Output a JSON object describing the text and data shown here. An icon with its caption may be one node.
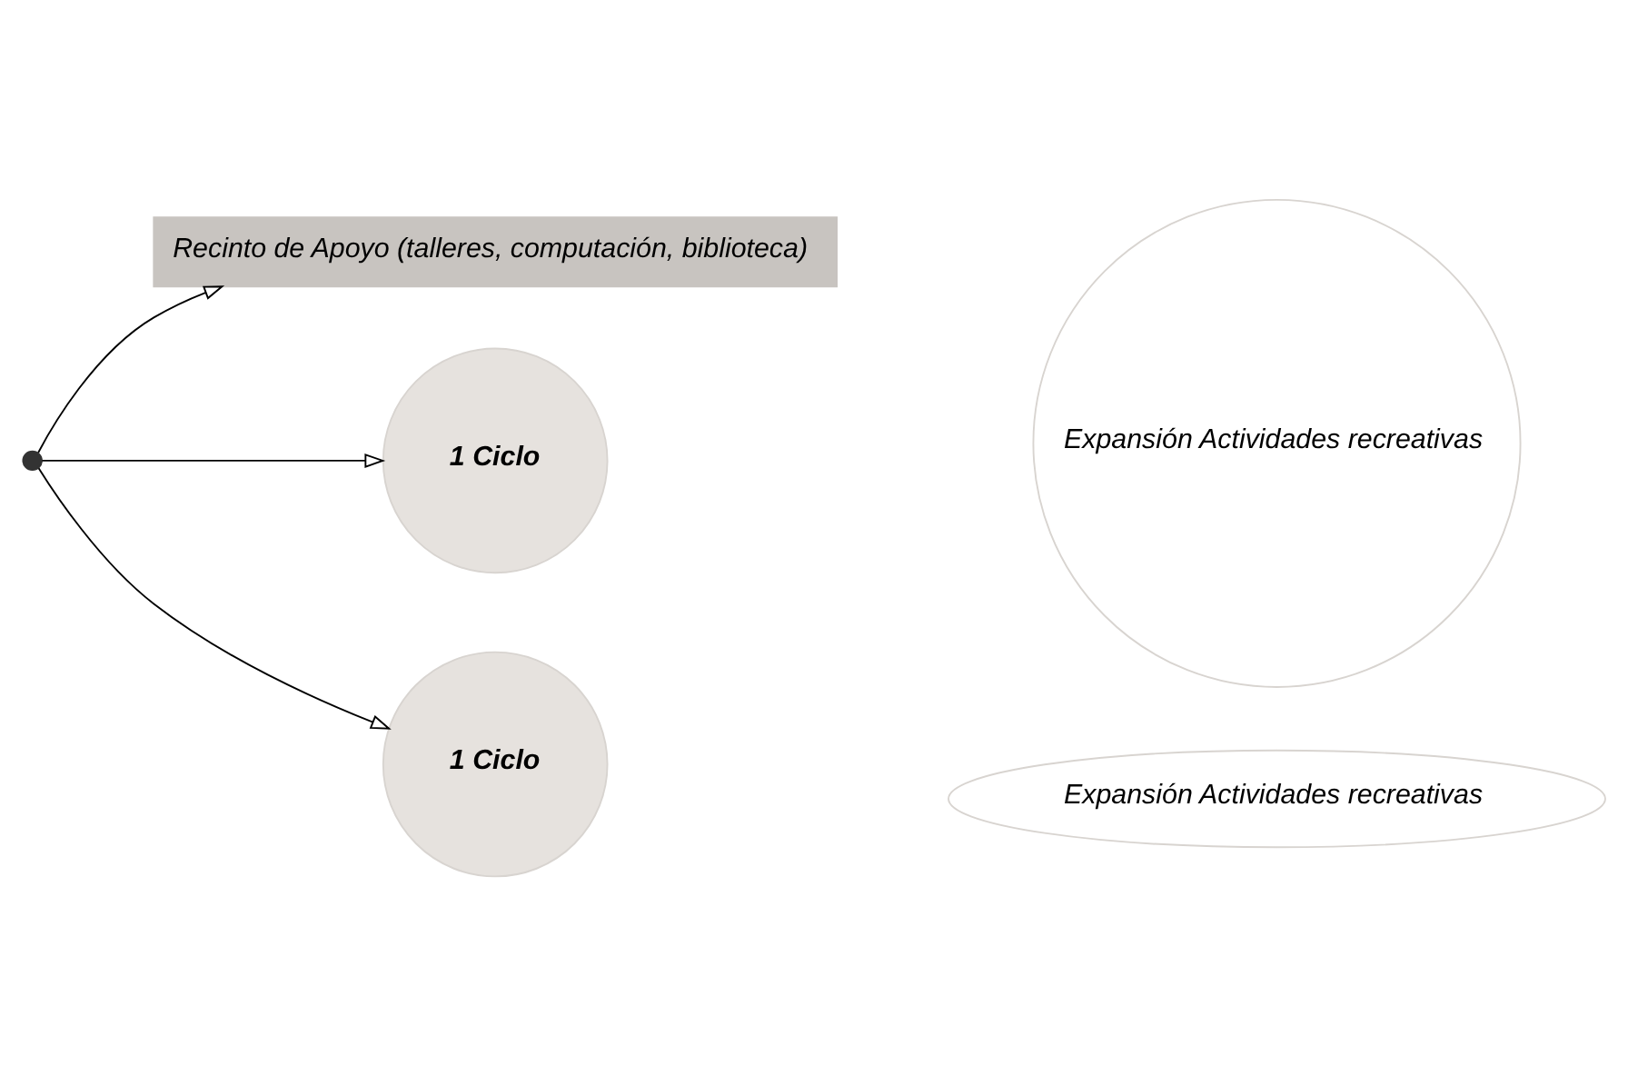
{
  "diagram": {
    "nodes": [
      {
        "text": [
          "Recinto de Apoyo (talleres, computación, biblioteca)"
        ]
      },
      {
        "text": [
          "1 Ciclo"
        ]
      },
      {
        "text": [
          "Expansión Actividades recreativas"
        ]
      },
      {
        "text": [
          "1 Ciclo"
        ]
      },
      {
        "text": [
          "Expansión Actividades recreativas"
        ]
      },
      {
        "text": [],
        "shape": "point"
      }
    ],
    "edges": [
      {
        "from": 5,
        "to": 1,
        "arrow": "to"
      },
      {
        "from": 5,
        "to": 3,
        "arrow": "to"
      },
      {
        "from": 5,
        "to": 0,
        "arrow": "to"
      }
    ]
  }
}
